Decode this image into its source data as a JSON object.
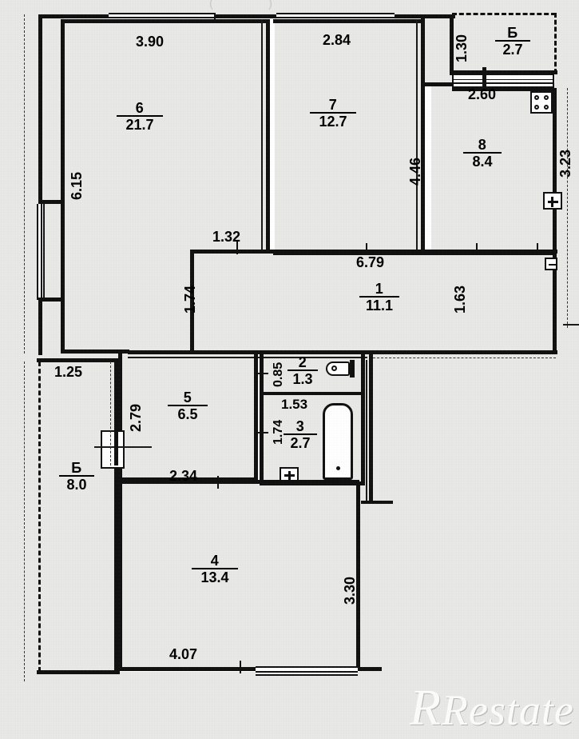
{
  "document": {
    "type": "apartment-floor-plan",
    "watermark": "Restate",
    "watermark_initial": "R"
  },
  "rooms": [
    {
      "id": "room-6",
      "number": "6",
      "area": "21.7",
      "kind": "living-room"
    },
    {
      "id": "room-7",
      "number": "7",
      "area": "12.7",
      "kind": "living-room"
    },
    {
      "id": "room-8",
      "number": "8",
      "area": "8.4",
      "kind": "kitchen"
    },
    {
      "id": "room-1",
      "number": "1",
      "area": "11.1",
      "kind": "corridor"
    },
    {
      "id": "room-5",
      "number": "5",
      "area": "6.5",
      "kind": "room"
    },
    {
      "id": "room-4",
      "number": "4",
      "area": "13.4",
      "kind": "living-room"
    },
    {
      "id": "room-2",
      "number": "2",
      "area": "1.3",
      "kind": "wc"
    },
    {
      "id": "room-3",
      "number": "3",
      "area": "2.7",
      "kind": "bathroom"
    }
  ],
  "balconies": [
    {
      "id": "balcony-top-right",
      "number": "Б",
      "area": "2.7"
    },
    {
      "id": "balcony-left",
      "number": "Б",
      "area": "8.0"
    }
  ],
  "dimensions": {
    "room6_top": "3.90",
    "room6_left": "6.15",
    "room7_top": "2.84",
    "room7_right": "4.46",
    "balcony_tr_left": "1.30",
    "balcony_tr_bot": "2.60",
    "room8_right": "3.23",
    "corridor_top": "6.79",
    "corridor_right": "1.63",
    "corridor_left": "1.74",
    "corridor_nook": "1.32",
    "wc_height": "0.85",
    "bath_top": "1.53",
    "bath_left": "1.74",
    "room5_left": "2.79",
    "room5_bottom": "2.34",
    "balcony_l_top": "1.25",
    "room4_bottom": "4.07",
    "room4_right": "3.30"
  },
  "fixtures": [
    {
      "id": "stove",
      "label": "stove-icon",
      "room": "8"
    },
    {
      "id": "sink",
      "label": "sink-icon",
      "room": "8"
    },
    {
      "id": "sink2",
      "label": "sink-icon",
      "room": "3"
    },
    {
      "id": "bathtub",
      "label": "bathtub-icon",
      "room": "3"
    },
    {
      "id": "toilet",
      "label": "toilet-icon",
      "room": "2"
    }
  ],
  "colors": {
    "wall": "#111111",
    "floor": "#e8e8e6",
    "paper": "#ffffff",
    "text": "#000000"
  }
}
